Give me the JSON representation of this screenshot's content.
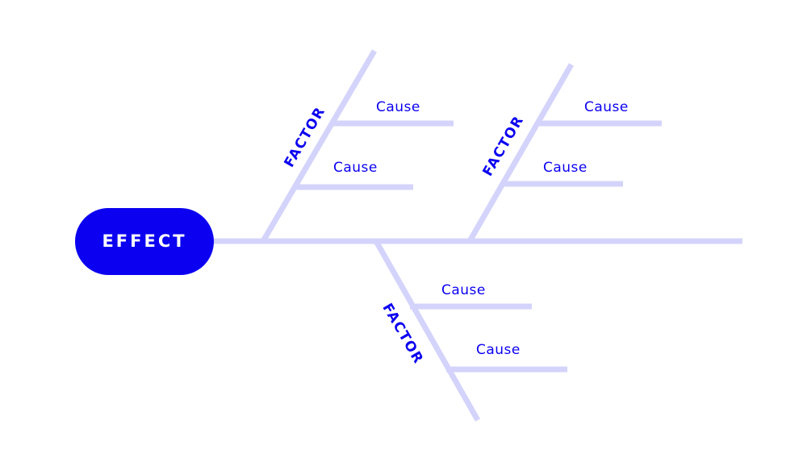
{
  "colors": {
    "line": "#d3d3fb",
    "accent": "#0b00f0",
    "effect_text": "#ffffff"
  },
  "effect": {
    "label": "EFFECT"
  },
  "branches": [
    {
      "label": "FACTOR",
      "causes": [
        {
          "label": "Cause"
        },
        {
          "label": "Cause"
        }
      ]
    },
    {
      "label": "FACTOR",
      "causes": [
        {
          "label": "Cause"
        },
        {
          "label": "Cause"
        }
      ]
    },
    {
      "label": "FACTOR",
      "causes": [
        {
          "label": "Cause"
        },
        {
          "label": "Cause"
        }
      ]
    }
  ]
}
